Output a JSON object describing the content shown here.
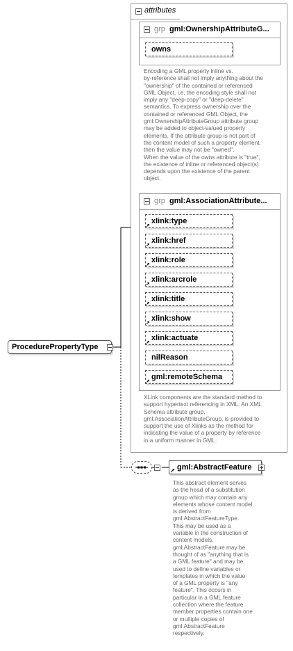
{
  "root": {
    "name": "ProcedurePropertyType"
  },
  "attributes_panel": {
    "title": "attributes"
  },
  "ownership_group": {
    "prefix": "grp",
    "name": "gml:OwnershipAttributeG...",
    "attributes": [
      "owns"
    ],
    "doc": [
      "Encoding a GML property inline vs.",
      "by-reference shall not imply anything about the",
      "\"ownership\" of the contained or referenced",
      "GML Object, i.e. the encoding style shall not",
      "imply any \"deep-copy\" or \"deep-delete\"",
      "semantics. To express ownership over the",
      "contained or referenced GML Object, the",
      "gml:OwnershipAttributeGroup attribute group",
      "may be added to object-valued property",
      "elements. If the attribute group is not part of",
      "the content model of such a property element,",
      "then the value may not be \"owned\".",
      "When the value of the owns attribute is \"true\",",
      "the existence of inline or referenced object(s)",
      "depends upon the existence of the parent",
      "object."
    ]
  },
  "association_group": {
    "prefix": "grp",
    "name": "gml:AssociationAttribute...",
    "attributes": [
      "xlink:type",
      "xlink:href",
      "xlink:role",
      "xlink:arcrole",
      "xlink:title",
      "xlink:show",
      "xlink:actuate",
      "nilReason",
      "gml:remoteSchema"
    ],
    "doc": [
      "XLink components are the standard method to",
      "support hypertext referencing in XML. An XML",
      "Schema attribute group,",
      "gml:AssociationAttributeGroup, is provided to",
      "support the use of Xlinks as the method for",
      "indicating the value of a property by reference",
      "in a uniform manner in GML."
    ]
  },
  "element": {
    "name": "gml:AbstractFeature",
    "doc": [
      "This abstract element serves",
      "as the head of a substitution",
      "group which may contain any",
      "elements whose content model",
      "is derived from",
      "gml:AbstractFeatureType.",
      "This may be used as a",
      "variable in the construction of",
      "content models.",
      "gml:AbstractFeature may be",
      "thought of as \"anything that is",
      "a GML feature\" and may be",
      "used to define variables or",
      "templates in which the value",
      "of a GML property is \"any",
      "feature\". This occurs in",
      "particular in a GML feature",
      "collection where the feature",
      "member properties contain one",
      "or multiple copies of",
      "gml:AbstractFeature",
      "respectively."
    ]
  }
}
